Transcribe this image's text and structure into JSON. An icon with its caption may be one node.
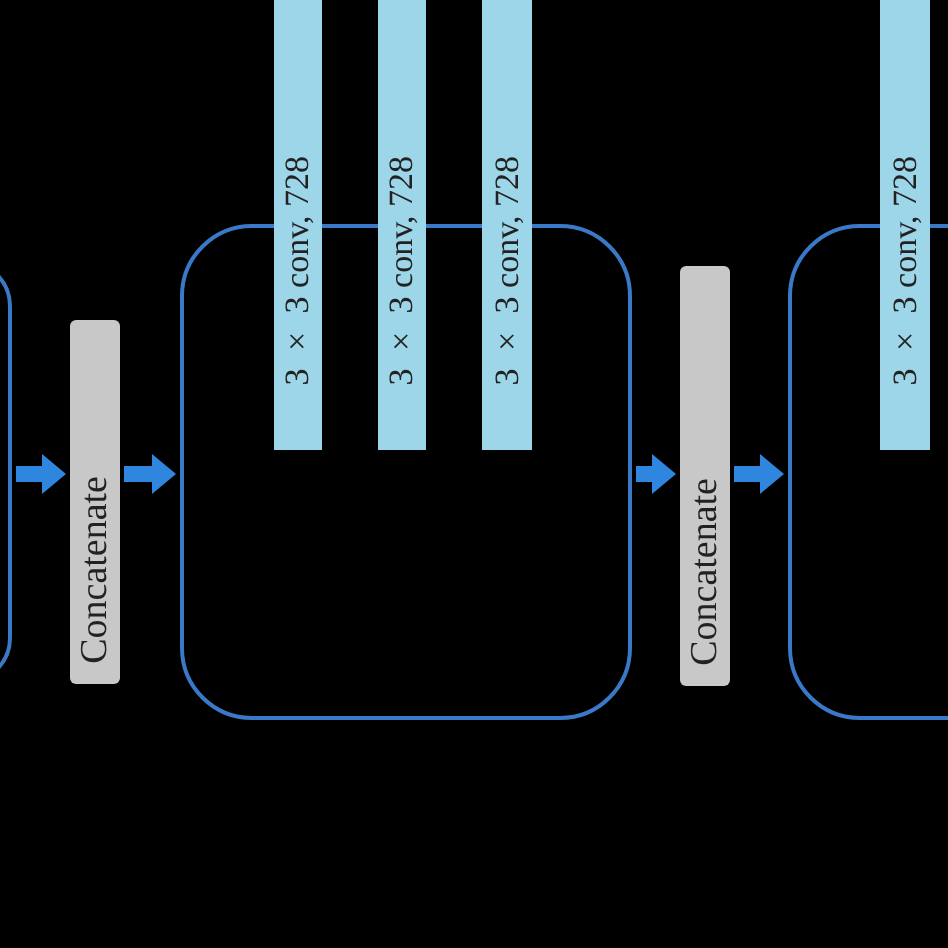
{
  "diagram": {
    "nodes": [
      {
        "text": [],
        "shape": "box"
      },
      {
        "text": [
          "Concatenate"
        ]
      },
      {
        "text": [],
        "shape": "box"
      },
      {
        "text": [
          "3 × 3 conv, 728"
        ]
      },
      {
        "text": [
          "3 × 3 conv, 728"
        ]
      },
      {
        "text": [
          "3 × 3 conv, 728"
        ]
      },
      {
        "text": [
          "Concatenate"
        ]
      },
      {
        "text": [],
        "shape": "box"
      },
      {
        "text": [
          "3 × 3 conv, 728"
        ]
      }
    ],
    "edges": [
      {
        "from": 0,
        "to": 1,
        "arrow": "to"
      },
      {
        "from": 1,
        "to": 2,
        "arrow": "to"
      },
      {
        "from": 2,
        "to": 6,
        "arrow": "to"
      },
      {
        "from": 6,
        "to": 7,
        "arrow": "to"
      }
    ]
  }
}
